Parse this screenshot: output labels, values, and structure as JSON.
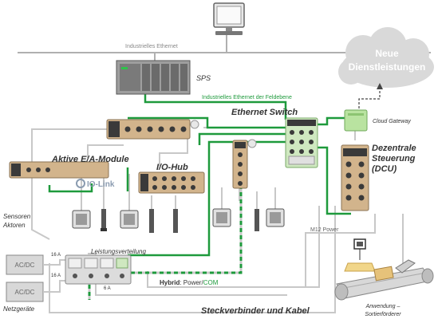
{
  "labels": {
    "industrial_ethernet": "Industrielles Ethernet",
    "sps": "SPS",
    "field_ethernet": "Industrielles Ethernet der Feldebene",
    "ethernet_switch": "Ethernet Switch",
    "cloud_line1": "Neue",
    "cloud_line2": "Dienstleistungen",
    "cloud_gateway": "Cloud Gateway",
    "dcu_line1": "Dezentrale",
    "dcu_line2": "Steuerung",
    "dcu_line3": "(DCU)",
    "active_io": "Aktive E/A-Module",
    "io_link": "IO-Link",
    "io_hub": "I/O-Hub",
    "sensors_line1": "Sensoren",
    "sensors_line2": "Aktoren",
    "acdc_1": "AC/DC",
    "acdc_2": "AC/DC",
    "fuse_1": "16 A",
    "fuse_2": "16 A",
    "fuse_3": "6 A",
    "power_distribution": "Leistungsverteilung",
    "psu": "Netzgeräte",
    "hybrid": "Hybrid",
    "hybrid_rest": ": Power/",
    "com": "COM",
    "m12_power": "M12 Power",
    "connectors": "Steckverbinder und Kabel",
    "application_line1": "Anwendung –",
    "application_line2": "Sortierförderer"
  },
  "colors": {
    "green": "#1e9a3c",
    "gray_line": "#c8c8c8",
    "module_body": "#d2b48c",
    "module_dark": "#3a3a3a",
    "cloud": "#d9d9d9",
    "gateway": "#b9e3a0"
  },
  "icons": {
    "computer": "computer-icon",
    "plc": "plc-icon",
    "cloud": "cloud-icon",
    "gateway": "gateway-icon",
    "switch": "switch-icon",
    "dcu": "dcu-icon",
    "io_module": "io-module-icon",
    "io_hub": "io-hub-icon",
    "sensor": "sensor-icon",
    "actuator": "actuator-icon",
    "power_supply": "power-supply-icon",
    "power_distribution": "power-distribution-icon",
    "conveyor": "conveyor-icon",
    "io_link_logo": "io-link-logo"
  }
}
